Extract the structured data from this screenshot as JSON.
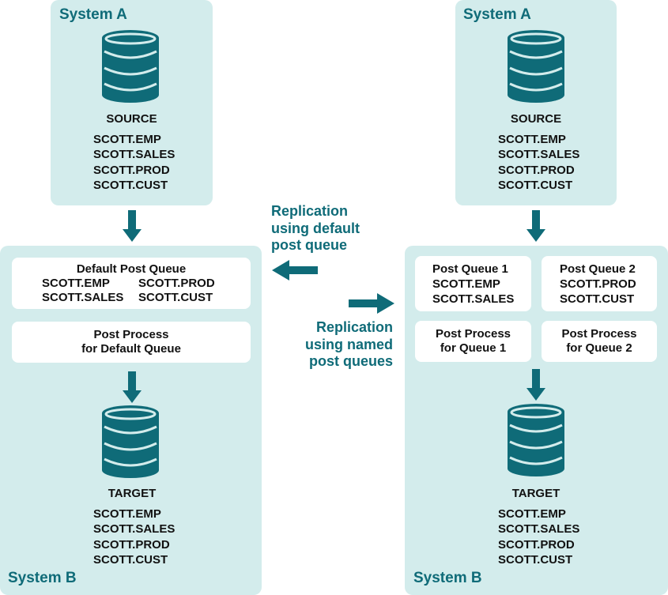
{
  "colors": {
    "accent": "#0f6b78",
    "panel": "#d3ecec",
    "box": "#ffffff"
  },
  "left": {
    "system_a": {
      "label": "System A",
      "source_label": "SOURCE",
      "tables": [
        "SCOTT.EMP",
        "SCOTT.SALES",
        "SCOTT.PROD",
        "SCOTT.CUST"
      ]
    },
    "system_b": {
      "label": "System B",
      "queue": {
        "title": "Default Post Queue",
        "col1": [
          "SCOTT.EMP",
          "SCOTT.SALES"
        ],
        "col2": [
          "SCOTT.PROD",
          "SCOTT.CUST"
        ]
      },
      "process": [
        "Post Process",
        "for Default Queue"
      ],
      "target_label": "TARGET",
      "tables": [
        "SCOTT.EMP",
        "SCOTT.SALES",
        "SCOTT.PROD",
        "SCOTT.CUST"
      ]
    }
  },
  "middle": {
    "default_text": [
      "Replication",
      "using default",
      "post queue"
    ],
    "named_text": [
      "Replication",
      "using named",
      "post queues"
    ]
  },
  "right": {
    "system_a": {
      "label": "System A",
      "source_label": "SOURCE",
      "tables": [
        "SCOTT.EMP",
        "SCOTT.SALES",
        "SCOTT.PROD",
        "SCOTT.CUST"
      ]
    },
    "system_b": {
      "label": "System B",
      "queue1": {
        "title": "Post Queue 1",
        "tables": [
          "SCOTT.EMP",
          "SCOTT.SALES"
        ]
      },
      "queue2": {
        "title": "Post Queue 2",
        "tables": [
          "SCOTT.PROD",
          "SCOTT.CUST"
        ]
      },
      "process1": [
        "Post Process",
        "for Queue 1"
      ],
      "process2": [
        "Post Process",
        "for Queue 2"
      ],
      "target_label": "TARGET",
      "tables": [
        "SCOTT.EMP",
        "SCOTT.SALES",
        "SCOTT.PROD",
        "SCOTT.CUST"
      ]
    }
  }
}
